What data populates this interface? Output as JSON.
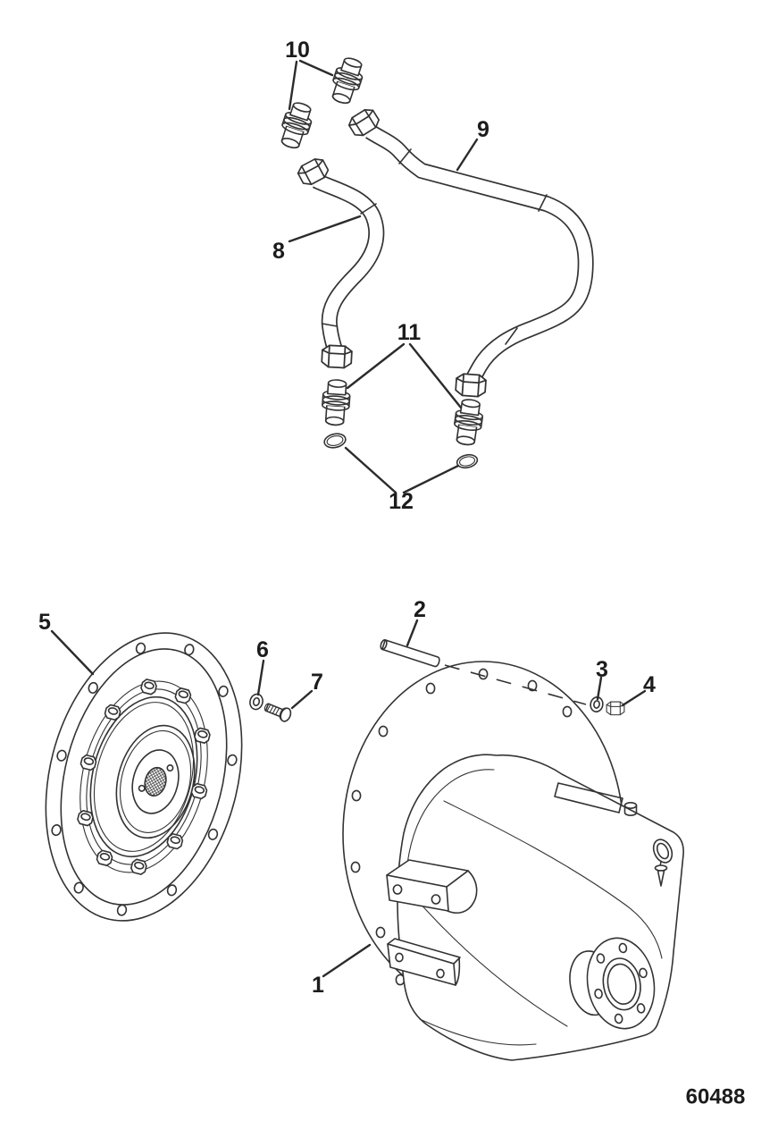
{
  "diagram": {
    "drawing_number": "60488",
    "callouts": {
      "1": "1",
      "2": "2",
      "3": "3",
      "4": "4",
      "5": "5",
      "6": "6",
      "7": "7",
      "8": "8",
      "9": "9",
      "10": "10",
      "11": "11",
      "12": "12"
    },
    "colors": {
      "line": "#333333",
      "label": "#1c1c1c",
      "background": "#ffffff"
    }
  }
}
